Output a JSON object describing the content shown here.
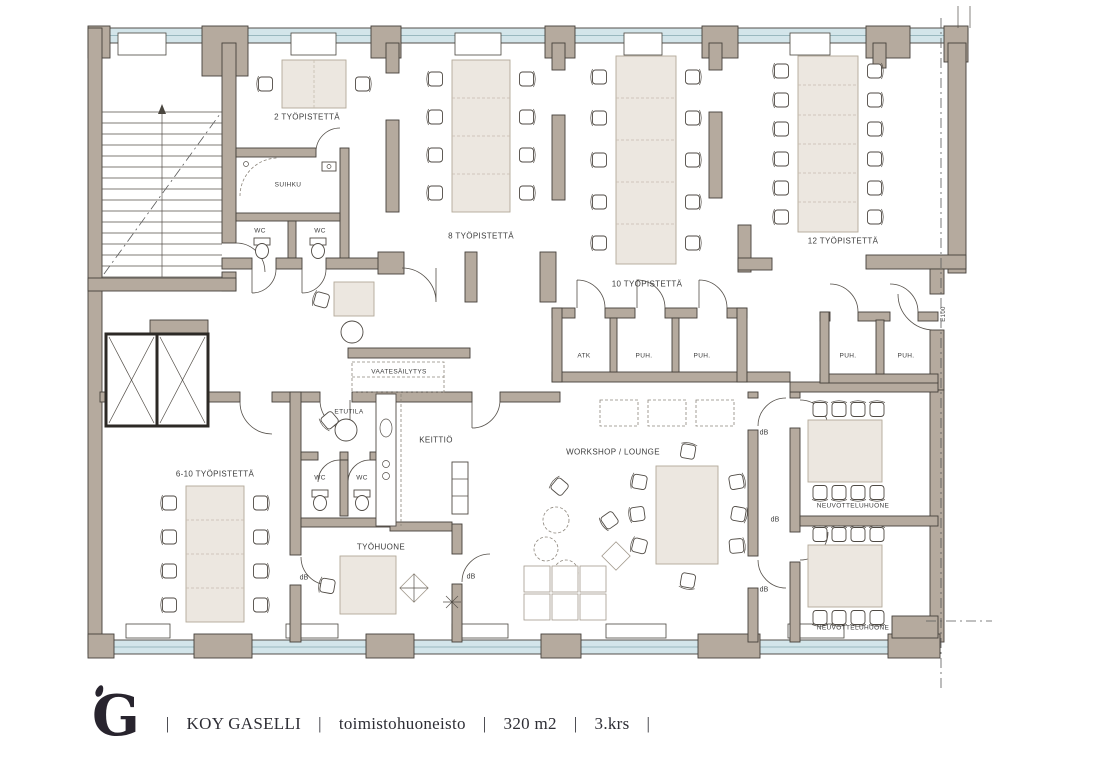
{
  "labels": {
    "tp2": "2 TYÖPISTETTÄ",
    "tp8": "8 TYÖPISTETTÄ",
    "tp10": "10 TYÖPISTETTÄ",
    "tp12": "12 TYÖPISTETTÄ",
    "tp610": "6-10 TYÖPISTETTÄ",
    "suihku": "SUIHKU",
    "wc": "WC",
    "atk": "ATK",
    "puh": "PUH.",
    "vaatesailytys": "VAATESÄILYTYS",
    "etutila": "ETUTILA",
    "keittio": "KEITTIÖ",
    "workshop": "WORKSHOP / LOUNGE",
    "tyohuone": "TYÖHUONE",
    "neuvotteluhuone": "NEUVOTTELUHUONE",
    "db": "dB",
    "door_code": "E100"
  },
  "footer": {
    "logo": "G",
    "sep": "|",
    "name": "KOY GASELLI",
    "type": "toimistohuoneisto",
    "area": "320 m2",
    "floor": "3.krs"
  },
  "colors": {
    "wall": "#b5aa9e",
    "glass": "#d3e5ea",
    "furniture": "#ece7e0",
    "line": "#45403a",
    "text": "#3c3c3c"
  }
}
